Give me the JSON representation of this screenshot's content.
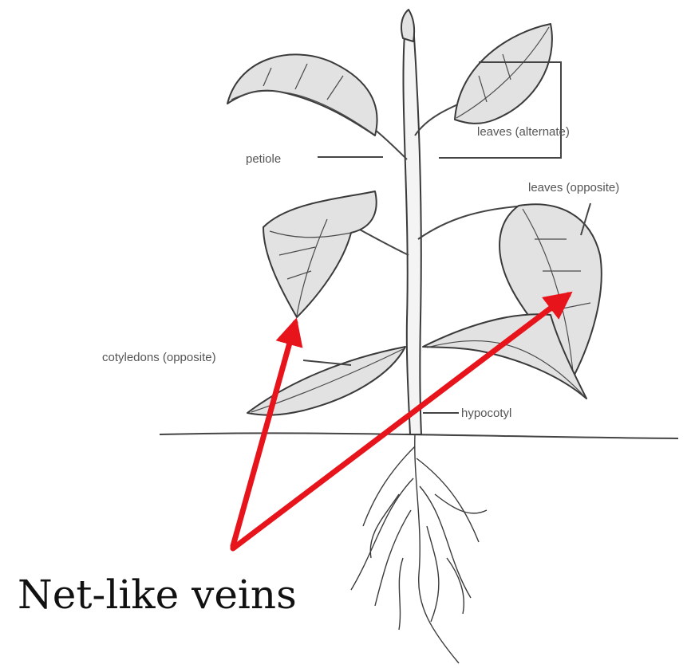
{
  "labels": {
    "petiole": "petiole",
    "leaves_alternate": "leaves (alternate)",
    "leaves_opposite": "leaves (opposite)",
    "cotyledons": "cotyledons (opposite)",
    "hypocotyl": "hypocotyl"
  },
  "callout": {
    "text": "Net-like veins",
    "arrow_color": "#e8141c"
  }
}
